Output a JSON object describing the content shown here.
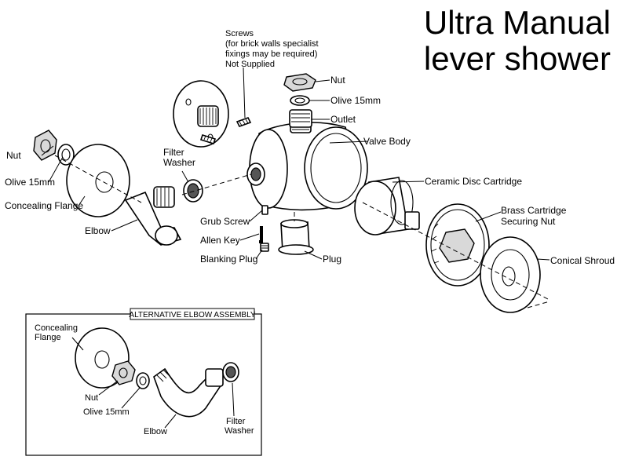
{
  "title": {
    "line1": "Ultra Manual",
    "line2": "lever shower"
  },
  "labels": {
    "screws_line1": "Screws",
    "screws_line2": "(for brick walls specialist",
    "screws_line3": "fixings may be required)",
    "screws_line4": "Not Supplied",
    "nut_top": "Nut",
    "olive_top": "Olive 15mm",
    "outlet": "Outlet",
    "valve_body": "Valve Body",
    "ceramic_disc_cartridge": "Ceramic Disc Cartridge",
    "brass_nut_line1": "Brass Cartridge",
    "brass_nut_line2": "Securing Nut",
    "conical_shroud": "Conical Shroud",
    "filter_washer_line1": "Filter",
    "filter_washer_line2": "Washer",
    "nut_left": "Nut",
    "olive_left": "Olive 15mm",
    "concealing_flange": "Concealing Flange",
    "elbow": "Elbow",
    "grub_screw": "Grub Screw",
    "allen_key": "Allen Key",
    "blanking_plug": "Blanking Plug",
    "plug": "Plug"
  },
  "inset": {
    "title": "ALTERNATIVE ELBOW ASSEMBLY",
    "concealing_flange_line1": "Concealing",
    "concealing_flange_line2": "Flange",
    "nut": "Nut",
    "olive": "Olive 15mm",
    "elbow": "Elbow",
    "filter_washer_line1": "Filter",
    "filter_washer_line2": "Washer"
  }
}
